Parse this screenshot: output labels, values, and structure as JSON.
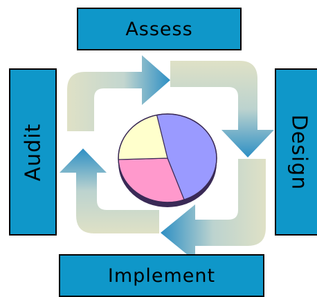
{
  "labels": {
    "top": "Assess",
    "right": "Design",
    "bottom": "Implement",
    "left": "Audit"
  },
  "colors": {
    "box_fill": "#0f97c9",
    "box_border": "#000000",
    "arrow_light": "#dfe1c6",
    "arrow_dark": "#2d8fc4",
    "pie_blue": "#9a9aff",
    "pie_pink": "#ff99cc",
    "pie_yellow": "#ffffcc",
    "pie_edge": "#3a2a56"
  },
  "pie_slices": [
    {
      "color": "#9a9aff",
      "fraction": 0.48
    },
    {
      "color": "#ff99cc",
      "fraction": 0.3
    },
    {
      "color": "#ffffcc",
      "fraction": 0.22
    }
  ]
}
